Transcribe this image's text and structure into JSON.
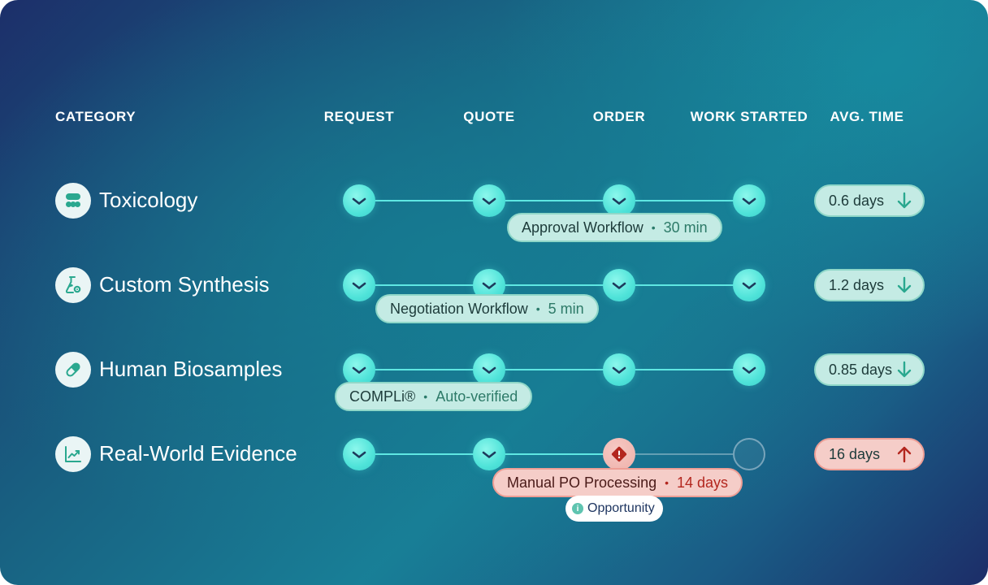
{
  "headers": {
    "category": "CATEGORY",
    "request": "REQUEST",
    "quote": "QUOTE",
    "order": "ORDER",
    "work_started": "WORK STARTED",
    "avg_time": "AVG. TIME"
  },
  "rows": [
    {
      "category": "Toxicology",
      "icon": "cells-icon",
      "stages": [
        "done",
        "done",
        "done",
        "done"
      ],
      "pill": {
        "label": "Approval Workflow",
        "separator": "•",
        "meta": "30 min",
        "status": "ok"
      },
      "avg": {
        "value": "0.6 days",
        "trend": "down",
        "status": "ok"
      }
    },
    {
      "category": "Custom Synthesis",
      "icon": "flask-gear-icon",
      "stages": [
        "done",
        "done",
        "done",
        "done"
      ],
      "pill": {
        "label": "Negotiation Workflow",
        "separator": "•",
        "meta": "5 min",
        "status": "ok"
      },
      "avg": {
        "value": "1.2 days",
        "trend": "down",
        "status": "ok"
      }
    },
    {
      "category": "Human Biosamples",
      "icon": "pill-capsule-icon",
      "stages": [
        "done",
        "done",
        "done",
        "done"
      ],
      "pill": {
        "label": "COMPLi®",
        "separator": "•",
        "meta": "Auto-verified",
        "status": "ok"
      },
      "avg": {
        "value": "0.85 days",
        "trend": "down",
        "status": "ok"
      }
    },
    {
      "category": "Real-World Evidence",
      "icon": "line-chart-icon",
      "stages": [
        "done",
        "done",
        "alert",
        "pending"
      ],
      "pill": {
        "label": "Manual PO Processing",
        "separator": "•",
        "meta": "14 days",
        "status": "issue"
      },
      "avg": {
        "value": "16 days",
        "trend": "up",
        "status": "issue"
      }
    }
  ],
  "opportunity_badge": {
    "label": "Opportunity",
    "icon": "info-icon"
  },
  "colors": {
    "accent": "#5fe7e2",
    "ok_fill": "#c4ebe4",
    "ok_text": "#2d7a68",
    "issue_fill": "#f5cdc8",
    "issue_text": "#b3261e",
    "check_stroke": "#1d3b5c"
  }
}
